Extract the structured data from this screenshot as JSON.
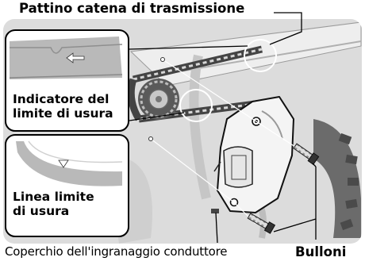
{
  "labels": {
    "drive_chain_slider": "Pattino catena di trasmissione",
    "wear_indicator": [
      "Indicatore del",
      "limite di usura"
    ],
    "wear_limit_line": [
      "Linea limite",
      "di usura"
    ],
    "drive_sprocket_cover": "Coperchio dell'ingranaggio conduttore",
    "bolts": "Bulloni"
  },
  "colors": {
    "ink": "#000000",
    "photo_background": "#dcdcdc",
    "callout_fill": "#b9b9b9"
  },
  "icons": [
    "arrow-icon",
    "triangle-marker-icon"
  ]
}
